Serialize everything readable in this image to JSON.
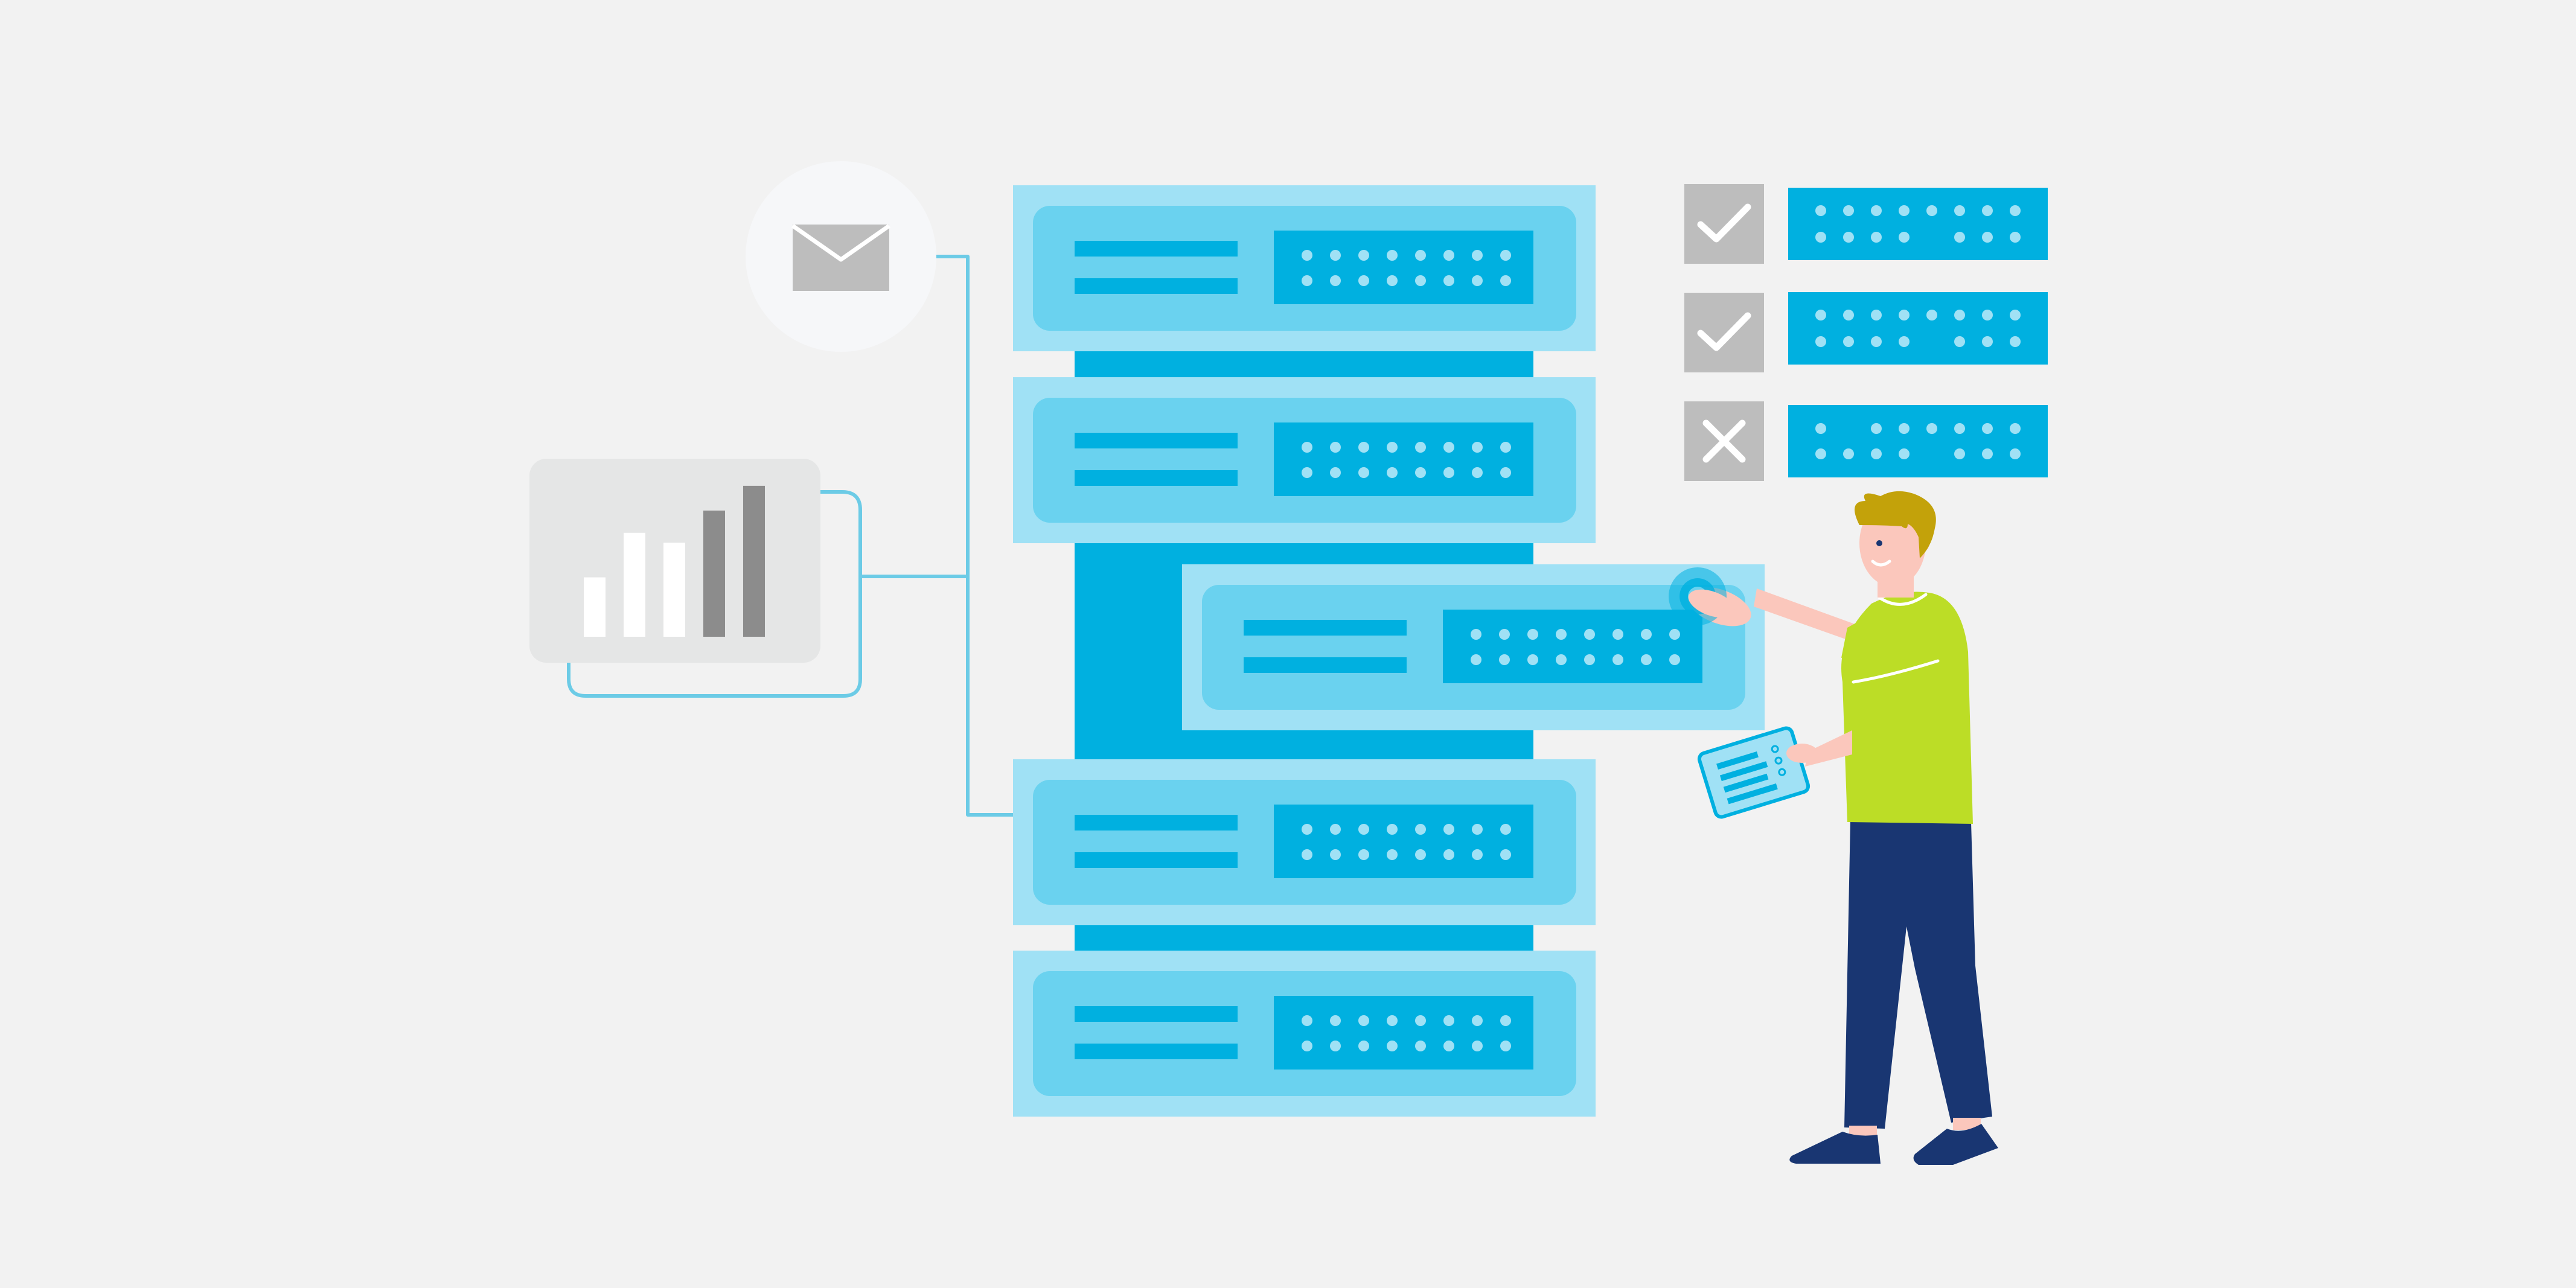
{
  "colors": {
    "background": "#f2f2f2",
    "server_outer": "#a0e1f5",
    "server_inner": "#6ad2ef",
    "server_accent": "#00b0e0",
    "server_dot": "#a0e1f5",
    "panel_gray": "#e5e6e6",
    "icon_gray": "#bdbdbd",
    "bar_dark_gray": "#8c8c8c",
    "connector_line": "#6ccbe6",
    "mail_circle": "#f6f7f9",
    "person_skin": "#fbc7bc",
    "person_hair": "#c3a20a",
    "person_shirt": "#bcdd26",
    "person_pants": "#193672"
  },
  "icons": {
    "mail": "envelope-icon",
    "chart": "bar-chart-icon",
    "check": "check-icon",
    "cross": "x-icon",
    "tablet": "tablet-icon"
  },
  "status_rows": [
    {
      "status": "check"
    },
    {
      "status": "check"
    },
    {
      "status": "cross"
    }
  ],
  "chart_bars": [
    {
      "value": 0.24,
      "shade": "light"
    },
    {
      "value": 0.42,
      "shade": "light"
    },
    {
      "value": 0.38,
      "shade": "light"
    },
    {
      "value": 0.51,
      "shade": "dark"
    },
    {
      "value": 0.61,
      "shade": "dark"
    }
  ],
  "server_units": 5,
  "highlighted_unit": 3
}
